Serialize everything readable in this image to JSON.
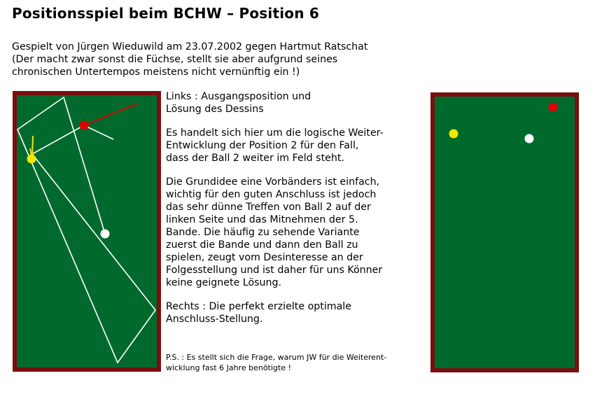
{
  "title": "Positionsspiel beim BCHW – Position 6",
  "intro": {
    "line1": "Gespielt von Jürgen Wieduwild am 23.07.2002 gegen Hartmut Ratschat",
    "line2": "(Der macht zwar sonst die Füchse, stellt sie aber aufgrund seines",
    "line3": "chronischen Untertempos meistens nicht vernünftig ein !)"
  },
  "description": {
    "left_heading": "Links : Ausgangsposition und\nLösung des Dessins",
    "para1": "Es handelt sich hier um die logische Weiter-\nEntwicklung der Position 2 für den Fall,\ndass der Ball 2 weiter im Feld steht.",
    "para2": "Die Grundidee eine Vorbänders ist einfach,\nwichtig für den guten Anschluss ist jedoch\ndas sehr dünne Treffen von Ball 2 auf der\nlinken Seite und das Mitnehmen der 5.\nBande. Die häufig zu sehende Variante\nzuerst die Bande und dann den Ball zu\nspielen, zeugt vom Desinteresse an der\nFolgesstellung und ist daher für uns Könner\nkeine geignete Lösung.",
    "right_heading": "Rechts : Die perfekt erzielte optimale\nAnschluss-Stellung."
  },
  "postscript": "P.S. : Es stellt sich die Frage, warum JW für die Weiterent-\nwicklung fast 6 Jahre benötigte !",
  "colors": {
    "cloth": "#006a2d",
    "cushion": "#7a0f0f",
    "ball_white": "#ffffff",
    "ball_yellow": "#f2e600",
    "ball_red": "#e00000"
  }
}
